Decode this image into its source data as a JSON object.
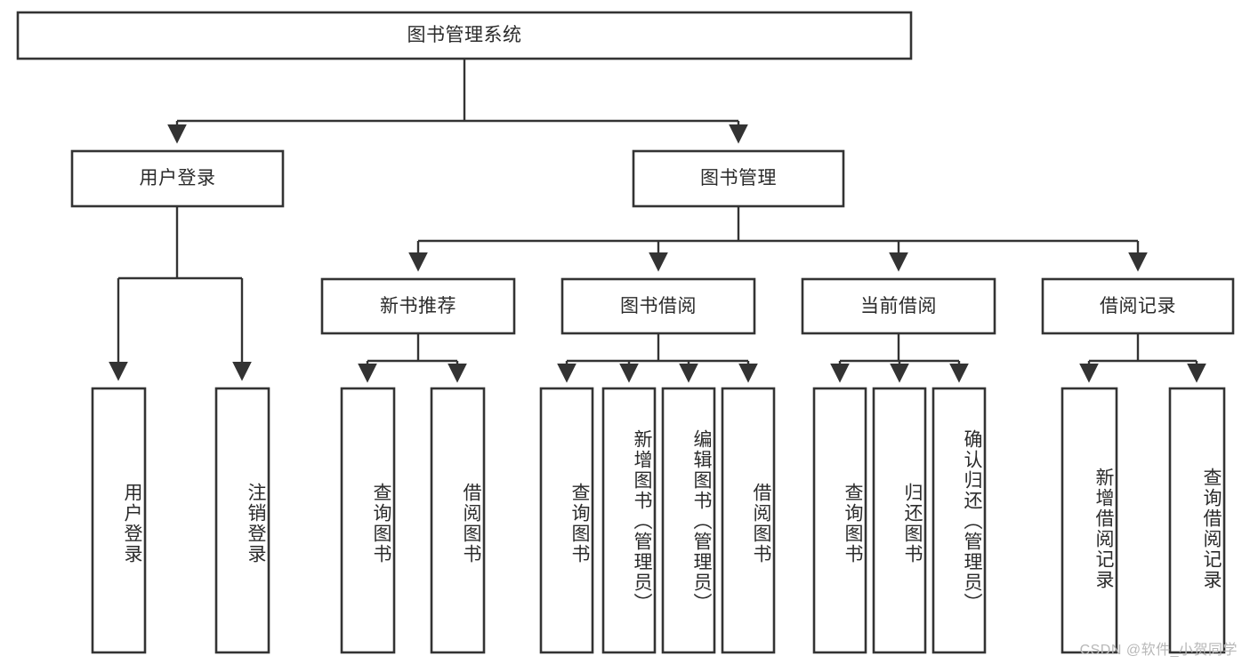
{
  "diagram": {
    "type": "hierarchy-tree",
    "title": "图书管理系统",
    "watermark": "CSDN @软件_小贺同学",
    "colors": {
      "stroke": "#333333",
      "fill": "#ffffff",
      "text": "#2b2b2b",
      "watermark": "#b8b8b8"
    },
    "nodes": {
      "root": {
        "label": "图书管理系统"
      },
      "level2": [
        {
          "id": "user-login",
          "label": "用户登录"
        },
        {
          "id": "book-manage",
          "label": "图书管理"
        }
      ],
      "level3": [
        {
          "id": "new-book-recommend",
          "label": "新书推荐"
        },
        {
          "id": "book-borrow",
          "label": "图书借阅"
        },
        {
          "id": "current-borrow",
          "label": "当前借阅"
        },
        {
          "id": "borrow-record",
          "label": "借阅记录"
        }
      ],
      "leaves": {
        "user_login": [
          {
            "id": "leaf-user-login",
            "label": "用户登录"
          },
          {
            "id": "leaf-logout-login",
            "label": "注销登录"
          }
        ],
        "new_book_recommend": [
          {
            "id": "leaf-query-book-1",
            "label": "查询图书"
          },
          {
            "id": "leaf-borrow-book-1",
            "label": "借阅图书"
          }
        ],
        "book_borrow": [
          {
            "id": "leaf-query-book-2",
            "label": "查询图书"
          },
          {
            "id": "leaf-add-book",
            "label": "新增图书（管理员）"
          },
          {
            "id": "leaf-edit-book",
            "label": "编辑图书（管理员）"
          },
          {
            "id": "leaf-borrow-book-2",
            "label": "借阅图书"
          }
        ],
        "current_borrow": [
          {
            "id": "leaf-query-book-3",
            "label": "查询图书"
          },
          {
            "id": "leaf-return-book",
            "label": "归还图书"
          },
          {
            "id": "leaf-confirm-return",
            "label": "确认归还（管理员）"
          }
        ],
        "borrow_record": [
          {
            "id": "leaf-add-record",
            "label": "新增借阅记录"
          },
          {
            "id": "leaf-query-record",
            "label": "查询借阅记录"
          }
        ]
      }
    }
  }
}
